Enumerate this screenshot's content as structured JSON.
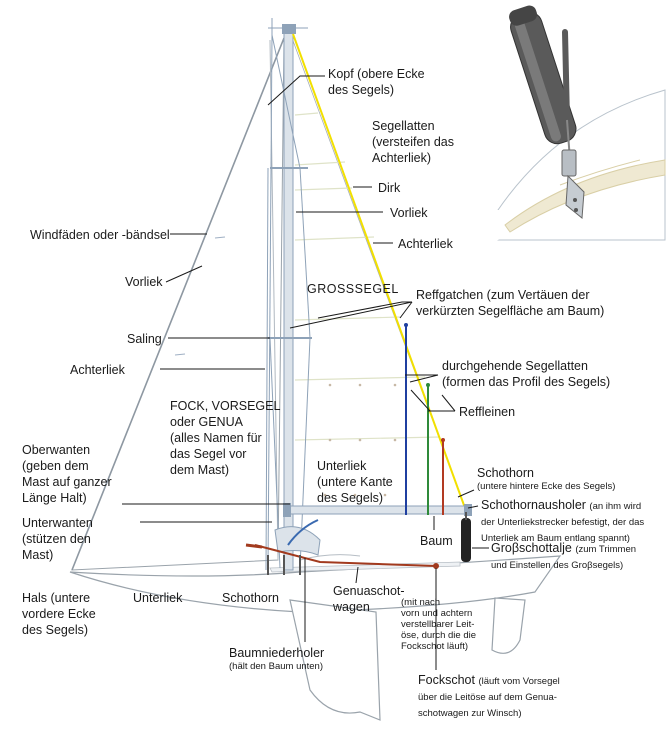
{
  "labels": {
    "kopf": "Kopf (obere Ecke\ndes Segels)",
    "segellatten": "Segellatten\n(versteifen das\nAchterliek)",
    "dirk": "Dirk",
    "vorliek_main": "Vorliek",
    "achterliek_main": "Achterliek",
    "windfaeden": "Windfäden oder -bändsel",
    "vorliek_jib": "Vorliek",
    "grosssegel": "GROSSSEGEL",
    "reffgatchen": "Reffgatchen (zum Vertäuen der\nverkürzten Segelfläche am Baum)",
    "saling": "Saling",
    "achterliek_jib": "Achterliek",
    "durchgehende": "durchgehende Segellatten\n(formen das Profil des Segels)",
    "fock": "FOCK, VORSEGEL\noder GENUA\n(alles Namen für\ndas Segel vor\ndem Mast)",
    "reffleinen": "Reffleinen",
    "oberwanten": "Oberwanten\n(geben dem\nMast auf ganzer\nLänge Halt)",
    "unterliek_main": "Unterliek\n(untere Kante\ndes Segels)",
    "schothorn_main": "Schothorn",
    "schothorn_main_sub": "(untere hintere Ecke des Segels)",
    "schothornausholer": "Schothornausholer",
    "schothornausholer_sub": "(an ihm wird\nder Unterliekstrecker befestigt, der das\nUnterliek am Baum entlang spannt)",
    "unterwanten": "Unterwanten\n(stützen den\nMast)",
    "baum": "Baum",
    "grossschottalje": "Groβschottalje",
    "grossschottalje_sub": "(zum Trimmen\nund Einstellen des Groβsegels)",
    "hals": "Hals (untere\nvordere Ecke\ndes Segels)",
    "unterliek_jib": "Unterliek",
    "schothorn_jib": "Schothorn",
    "genuaschot": "Genuaschot-\nwagen",
    "genuaschot_sub": "(mit nach\nvorn und achtern\nverstellbarer Leit-\nöse, durch die die\nFockschot läuft)",
    "baumniederholer": "Baumniederholer",
    "baumniederholer_sub": "(hält den Baum unten)",
    "fockschot": "Fockschot",
    "fockschot_sub": "(läuft vom Vorsegel\nüber die Leitöse auf dem Genua-\nschotwagen zur Winsch)"
  },
  "colors": {
    "dirk": "#f2e000",
    "reefline_blue": "#1f3fa0",
    "reefline_green": "#2f8a3a",
    "reefline_red": "#b23a22",
    "sheet_red": "#a23a1e",
    "mast": "#8ea2b8",
    "outline": "#9aa3ab"
  },
  "icons": {
    "inset": "block-and-tackle-illustration-icon",
    "winch": "winch-icon"
  }
}
